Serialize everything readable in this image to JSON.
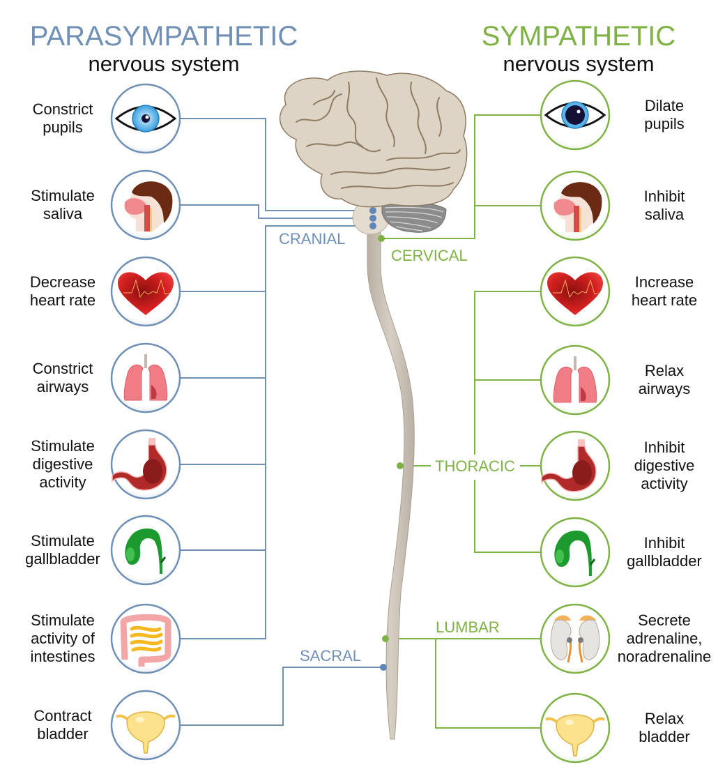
{
  "colors": {
    "parasympathetic": "#6f8fb5",
    "sympathetic": "#7fb245",
    "spinal_cord": "#cdc5b8",
    "brain": "#ddd4c6"
  },
  "parasympathetic": {
    "title": "PARASYMPATHETIC",
    "subtitle": "nervous system",
    "items": [
      {
        "label": "Constrict\npupils",
        "icon": "eye-icon"
      },
      {
        "label": "Stimulate\nsaliva",
        "icon": "head-saliva-icon"
      },
      {
        "label": "Decrease\nheart rate",
        "icon": "heart-icon"
      },
      {
        "label": "Constrict\nairways",
        "icon": "lungs-icon"
      },
      {
        "label": "Stimulate\ndigestive\nactivity",
        "icon": "stomach-icon"
      },
      {
        "label": "Stimulate\ngallbladder",
        "icon": "gallbladder-icon"
      },
      {
        "label": "Stimulate\nactivity of\nintestines",
        "icon": "intestines-icon"
      },
      {
        "label": "Contract\nbladder",
        "icon": "bladder-icon"
      }
    ],
    "regions": {
      "cranial": "CRANIAL",
      "sacral": "SACRAL"
    }
  },
  "sympathetic": {
    "title": "SYMPATHETIC",
    "subtitle": "nervous system",
    "items": [
      {
        "label": "Dilate\npupils",
        "icon": "eye-icon"
      },
      {
        "label": "Inhibit\nsaliva",
        "icon": "head-saliva-icon"
      },
      {
        "label": "Increase\nheart rate",
        "icon": "heart-icon"
      },
      {
        "label": "Relax\nairways",
        "icon": "lungs-icon"
      },
      {
        "label": "Inhibit\ndigestive\nactivity",
        "icon": "stomach-icon"
      },
      {
        "label": "Inhibit\ngallbladder",
        "icon": "gallbladder-icon"
      },
      {
        "label": "Secrete\nadrenaline,\nnoradrenaline",
        "icon": "adrenal-glands-icon"
      },
      {
        "label": "Relax\nbladder",
        "icon": "bladder-icon"
      }
    ],
    "regions": {
      "cervical": "CERVICAL",
      "thoracic": "THORACIC",
      "lumbar": "LUMBAR"
    }
  }
}
